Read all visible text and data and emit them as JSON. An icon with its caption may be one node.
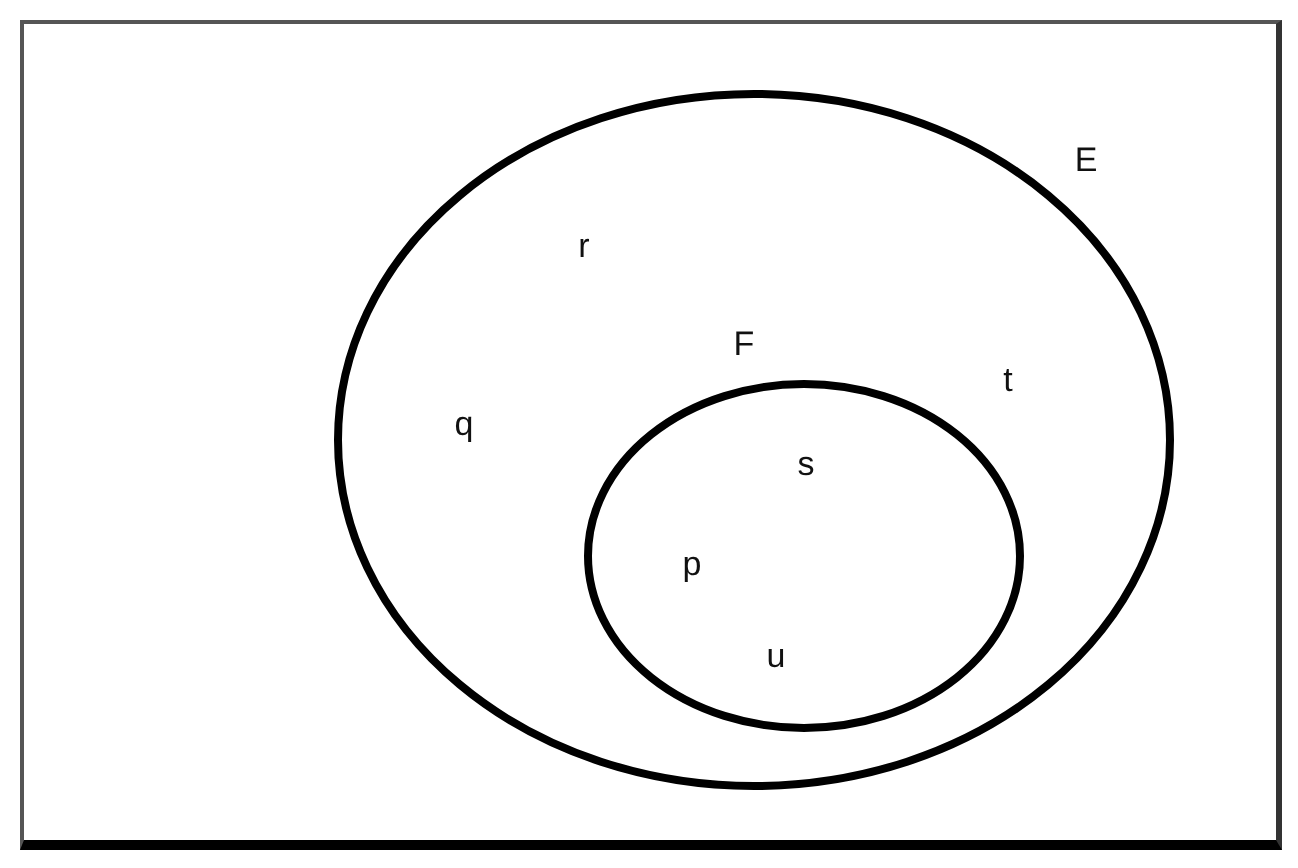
{
  "diagram": {
    "nodes": [
      {
        "text": [
          "E",
          "r",
          "q",
          "t"
        ]
      },
      {
        "text": [
          "F",
          "s",
          "p",
          "u"
        ],
        "in": 0
      }
    ]
  }
}
